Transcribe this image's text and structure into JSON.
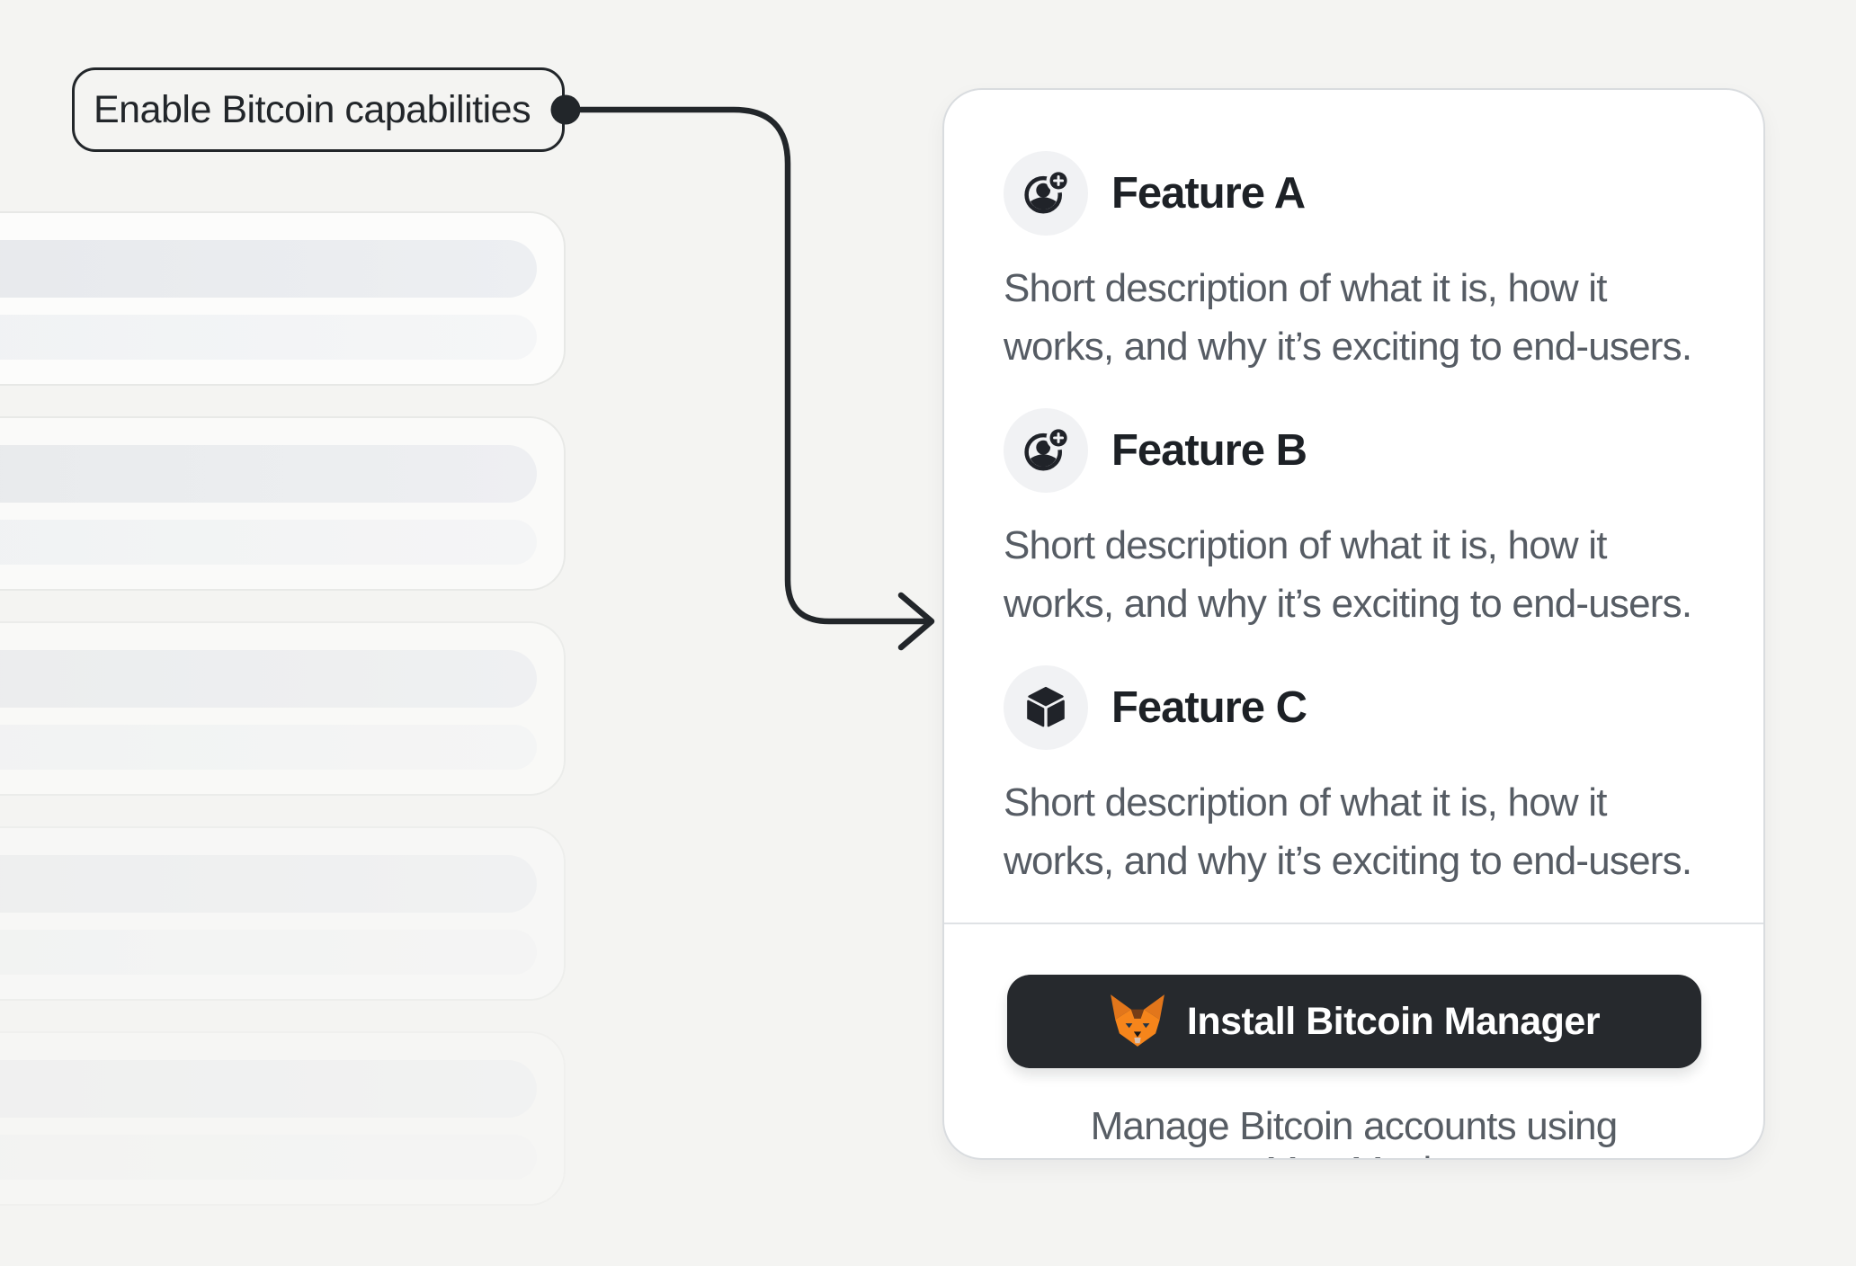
{
  "callout": {
    "label": "Enable Bitcoin capabilities"
  },
  "features": [
    {
      "title": "Feature A",
      "icon": "user-add-icon",
      "description": "Short description of what it is, how it\nworks, and why it’s exciting to end-users."
    },
    {
      "title": "Feature B",
      "icon": "user-add-icon",
      "description": "Short description of what it is, how it\nworks, and why it’s exciting to end-users."
    },
    {
      "title": "Feature C",
      "icon": "cube-icon",
      "description": "Short description of what it is, how it\nworks, and why it’s exciting to end-users."
    }
  ],
  "install": {
    "button_label": "Install Bitcoin Manager",
    "button_icon": "metamask-fox-icon",
    "caption": "Manage Bitcoin accounts using MetaMask"
  },
  "colors": {
    "background": "#f4f4f2",
    "accent_dark": "#22262a",
    "card_border": "#d9dcdf",
    "text_primary": "#1d2126",
    "text_secondary": "#565c64",
    "button_bg": "#26292d",
    "fox_orange": "#F6851B"
  }
}
